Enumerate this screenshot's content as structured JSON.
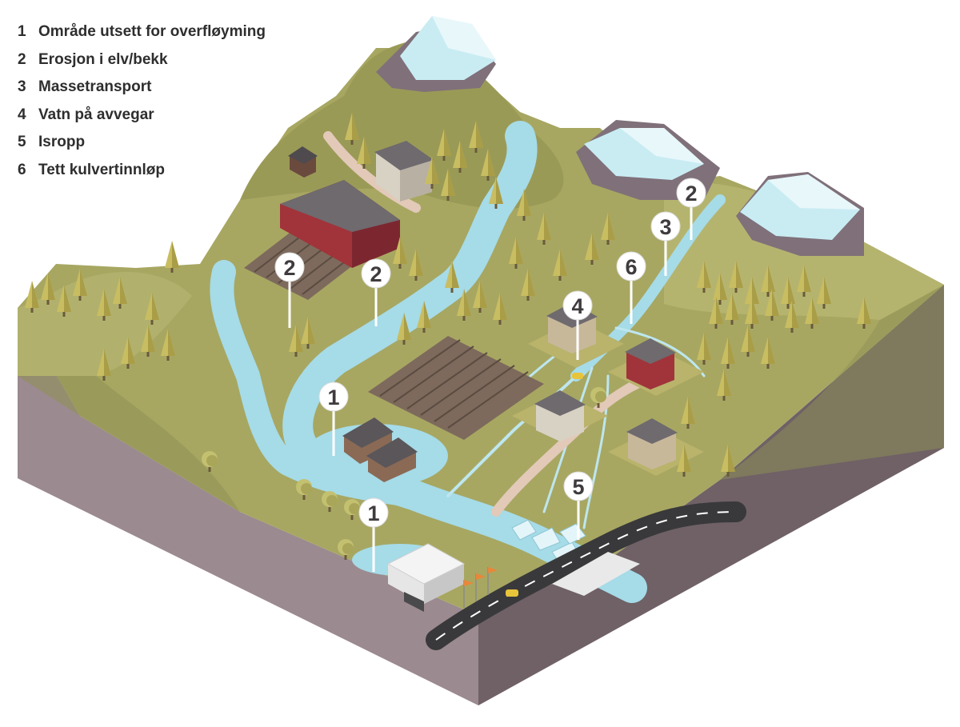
{
  "legend": {
    "items": [
      {
        "num": "1",
        "label": "Område utsett for overfløyming"
      },
      {
        "num": "2",
        "label": "Erosjon i elv/bekk"
      },
      {
        "num": "3",
        "label": "Massetransport"
      },
      {
        "num": "4",
        "label": "Vatn på avvegar"
      },
      {
        "num": "5",
        "label": "Isropp"
      },
      {
        "num": "6",
        "label": "Tett kulvertinnløp"
      }
    ]
  },
  "markers": [
    {
      "num": "1"
    },
    {
      "num": "1"
    },
    {
      "num": "2"
    },
    {
      "num": "2"
    },
    {
      "num": "2"
    },
    {
      "num": "3"
    },
    {
      "num": "4"
    },
    {
      "num": "5"
    },
    {
      "num": "6"
    }
  ],
  "colors": {
    "grass": "#a7a762",
    "grass_dark": "#7f8147",
    "soil_side": "#9b8a8f",
    "soil_side_dark": "#6f6166",
    "water": "#a6dbe8",
    "road": "#39393b",
    "marker_fill": "#ffffff",
    "marker_text": "#3f3b3e",
    "tree": "#c9bd62",
    "house_red": "#a0343a",
    "house_beige": "#c8b89a"
  },
  "icons": [
    "tree-icon",
    "house-icon",
    "barn-icon",
    "mountain-icon",
    "flag-icon",
    "car-icon"
  ]
}
